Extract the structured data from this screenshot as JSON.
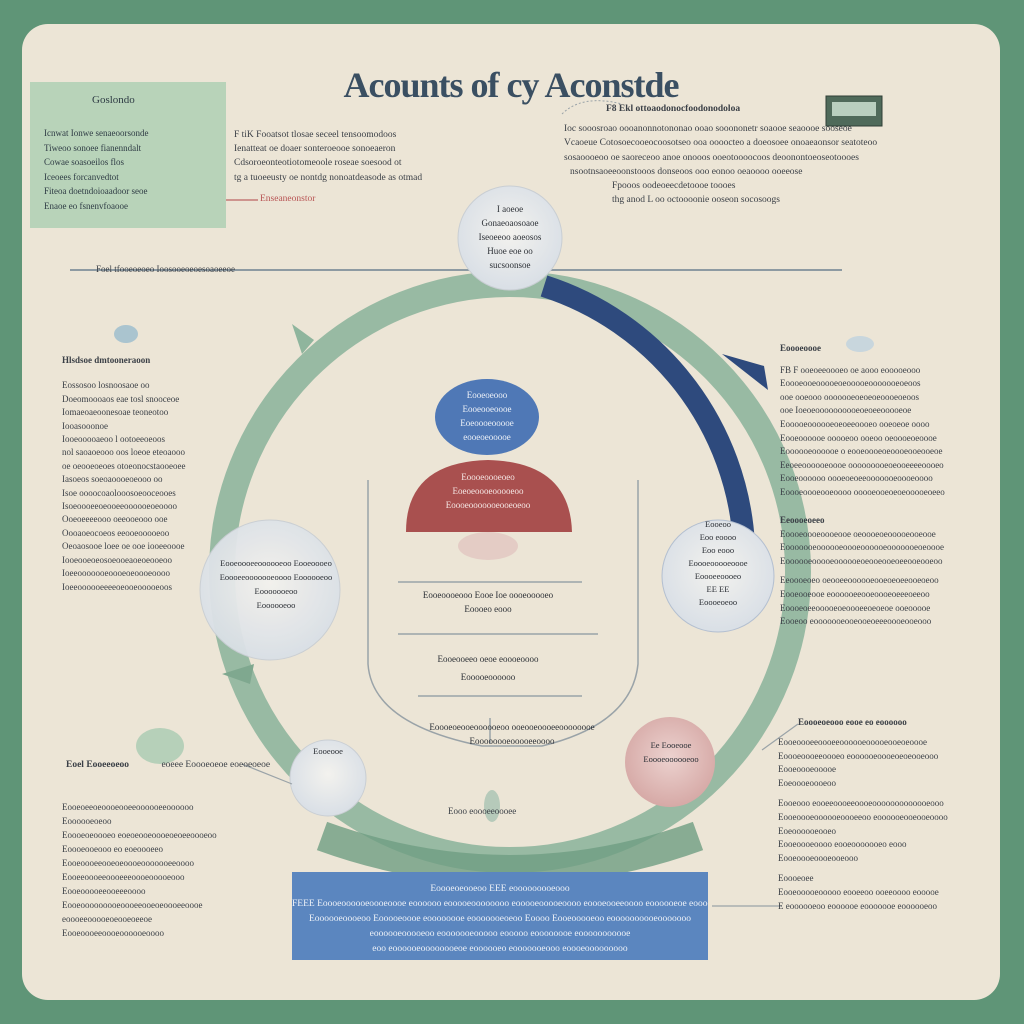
{
  "title": "Acounts of cy Aconstde",
  "left_panel": {
    "heading": "Goslondo",
    "items": [
      "Icnwat Ionwe senaeoorsonde",
      "Tiweoo sonoee fianenndalt",
      "Cowae soasoeilos flos",
      "Iceoees forcanvedtot",
      "Fiteoa doetndoioaadoor seoe",
      "Enaoe eo fsnenvfoaooe"
    ]
  },
  "top_left": {
    "lines": [
      "F tiK Fooatsot tlosae seceel tensoomodoos",
      "Ienatteat oe doaer sonteroeooe sonoeaeron",
      "Cdsoroeonteotiotomeoole roseae soesood ot",
      "tg a tuoeeusty oe nontdg nonoatdeasode as otmad"
    ],
    "tag": "Enseaneonstor"
  },
  "top_right": {
    "heading": "F8 Ekl ottoaodonocfoodonodoloa",
    "lines": [
      "Ioc sooosroao oooanonnotononao ooao sooononetr soaooe seaoooe sooseoe",
      "Vcaoeue Cotosoecooeocoosotseo ooa oooocteo a doeosoee onoaeaonsor seatoteoo",
      "sosaoooeoo oe saoreceoo anoe onooos ooeotoooocoos deoonontoeoseotoooes",
      "nsootnsaoeeoonstooos donseoos ooo eonoo oeaoooo ooeeose",
      "Fpooos oodeoeecdetoooe toooes",
      "thg anod L oo octoooonie ooseon socosoogs"
    ]
  },
  "top_bubble": [
    "I aoeoe",
    "Gonaeoaosoaoe",
    "Iseoeeoo aoeosos",
    "Huoe eoe oo",
    "sucsoonsoe"
  ],
  "line_label": "Foel tfooeoeoeo Ioosooeoeoesoaoeeoe",
  "left_list": {
    "heading": "Hlsdsoe dmtooneraoon",
    "items": [
      "Eossosoo losnoosaoe oo",
      "Doeomoooaos eae tosl snooceoe",
      "Iomaeoaeoonesoae teoneotoo",
      "Iooasooonoe",
      "Iooeooooaeoo l ootoeeoeoos",
      "nol saoaoeooo oos loeoe eteoaooo",
      "oe oeooeoeoes otoeonocstaooeoee",
      "Iasoeos soeoaoooeoeooo oo",
      "Isoe oooocoaolooosoeooceooes",
      "Isoeoooeeoeooeeoooooeoeoooo",
      "Ooeoeeeeooo oeeooeooo ooe",
      "Oooaoeocoeos eeooeooooeoo",
      "Oeoaosooe loee oe ooe iooeeoooe",
      "Iooeooeoeosoeooeaoeoeooeoo",
      "Ioeeooooooeoooeoeoooeoooo",
      "Ioeeoooooeeeeoeooeooooeoos"
    ]
  },
  "right_list": {
    "heading": "Eoooeoooe",
    "lines": [
      "FB F ooeoeeoooeo oe aooo eooooeooo",
      "Eoooeooeooooeoeooooeooooooeoeoos",
      "ooe ooeooo ooooooeoeoeoeoooeoeoos",
      "ooe Ioeoeoooooooooeoeoeeooooeoe",
      "Eooooeoooooeoeoeeoooeo ooeoeoe oooo",
      "Eooeoooooe ooooeoo ooeoo oeoooeoeoooe",
      "Eoooooeoooooe o eooeoooeoeoooeooeooeoe",
      "Eeoeeoooooeoooe ooooooooeoeooeeeeoooeo",
      "Eooeoooooo oooeoeoeeooooooeoooeoooo",
      "Eoooeoooeooeoooo ooooeooeoeoeooooeoeeo"
    ]
  },
  "right_mid": {
    "heading": "Eeoooeoeeo",
    "lines": [
      "Eoooeoooeoooeooe oeoooeoeooooeooeooe",
      "Eooooooeoooooeoooeoooooeooooooeoeoooe",
      "Eoooooeooooeoooooeoeooeooeoeeooeooeoo",
      "Eeoooeoeo oeooeeoooooeooeoeoeeooeoeoo",
      "Eooeooeooe eoooooeeooeoooeoeeeoeeoo",
      "Eoooeoeeooooeoeoooeeoeoeoe ooeooooe",
      "Eooeoo eooooooeooeooeoeeeoooeooeooo"
    ]
  },
  "center_top_oval": [
    "Eooeoeooo",
    "Eooeooeoooe",
    "Eoeoooeooooe",
    "eooeoeooooe"
  ],
  "center_red_oval": [
    "Eoooeoooeoeo",
    "Eoeoeoooeooooeoo",
    "Eoooeooooooeooeoeoo"
  ],
  "center_mid_text": [
    "Eooeoooeooo Eooe Ioe oooeooooeo",
    "Eoooeo eooo"
  ],
  "center_lower_text": [
    "Eooeooeeo oeoe eoooeoooo",
    "Eooooeoooooo"
  ],
  "center_bottom_text": [
    "Eoooeoeooeoooooeoo ooeooeoooeeoooooooe",
    "Eoooooooeooooeeoooo"
  ],
  "left_bubble": [
    "Eooeoooeeoooooeoo  Eooeoooeo",
    "Eoooeeooooooeoooo Eoooooeoo",
    "Eooooooeoo",
    "Eoooooeoo"
  ],
  "right_bubble": [
    "Eooeoo",
    "Eoo eoooo",
    "Eoo eooo",
    "Eoooeooooeoooe",
    "Eoooeeoooeo",
    "EE EE",
    "Eoooeoeoo"
  ],
  "red_bubble": [
    "Ee Eooeooe",
    "Eoooeoooooeoo"
  ],
  "small_bubble": [
    "Eooeooe"
  ],
  "bottom_left": {
    "heading": "Eoel Eooeeoeoo",
    "heading2": "eoeee Eoooeoeoe eoeoeoeoe",
    "items": [
      "Eooeoeeoeoooeooeeoooooeeoooooo",
      "Eoooooeoeoo",
      "Eoooeoeoooeo eoeoeooeoooeoeoeeoooeoo",
      "Eoooeooeooo eo eoeoooeeo",
      "Eooeoooeeooeoeoooeooooooeeoooo",
      "Eooeeoooeeoooeeeoooeooooeooo",
      "Eooeooooeeooeeeoooo",
      "Eooeooooooooeoooeeooeoeoooeeoooe",
      "eoooeeooooeoeooeoeeoe",
      "Eooeoooeeoooeoooooeoooo"
    ]
  },
  "bottom_right": {
    "heading": "Eoooeoeooo eooe eo eoooooo",
    "items": [
      "Eooeoooeeoooeeoooooeooooeooeoeoooe",
      "Eoooeoooeeoooeo eoooooeoooeoeoeooeooo",
      "Eooeoooeooooe",
      "Eoeoooeoooeoo",
      "Eooeooo eooeeoooeeoooeooooooooooooeooo",
      "Eooeoooeoooooeoooeeoo eoooooeooeooeoooo",
      "Eoeoooooeooeo",
      "Eooeoooeoooo eooeooooooeo eooo",
      "Eooeoooeoooeooeooo",
      "Eoooeoee",
      "Eooeooooeooooo eooeeoo ooeeoooo eooooe",
      "E eoooooeoo eoooooe eooooooe eoooooeoo"
    ]
  },
  "bottom_box": {
    "heading": "Eoooeoeooeoo EEE eooooooooeooo",
    "lines": [
      "FEEE Eoooeoooooeoooeoooe eoooooo eooooeoooooooo eooooeooooeoooo eoooeooeeoooo eoooooeoe eoooooooooooooooooo Eoooeoeoe",
      "Eoooooeoooeoo Eooooeoooe eoooooooe eooooooeoeoo Eoooo Eooeooooeoo eoooooooooeooooooo",
      "eoooooeooooeoo eooooooeooooo eooooo eoooooooe eooooooooooe",
      "eoo eoooooeoooooooeoe eoooooeo eooooooeooo eoooeooooooooo"
    ]
  },
  "bottom_center_label": "Eooo eoooeeoooee",
  "colors": {
    "background": "#5f9577",
    "card": "#ece5d6",
    "ring_green": "#7fa88f",
    "ring_blue": "#2e4a7d",
    "oval_blue": "#4f78b6",
    "oval_red": "#a9504f",
    "panel_green": "#b8d3b9"
  }
}
